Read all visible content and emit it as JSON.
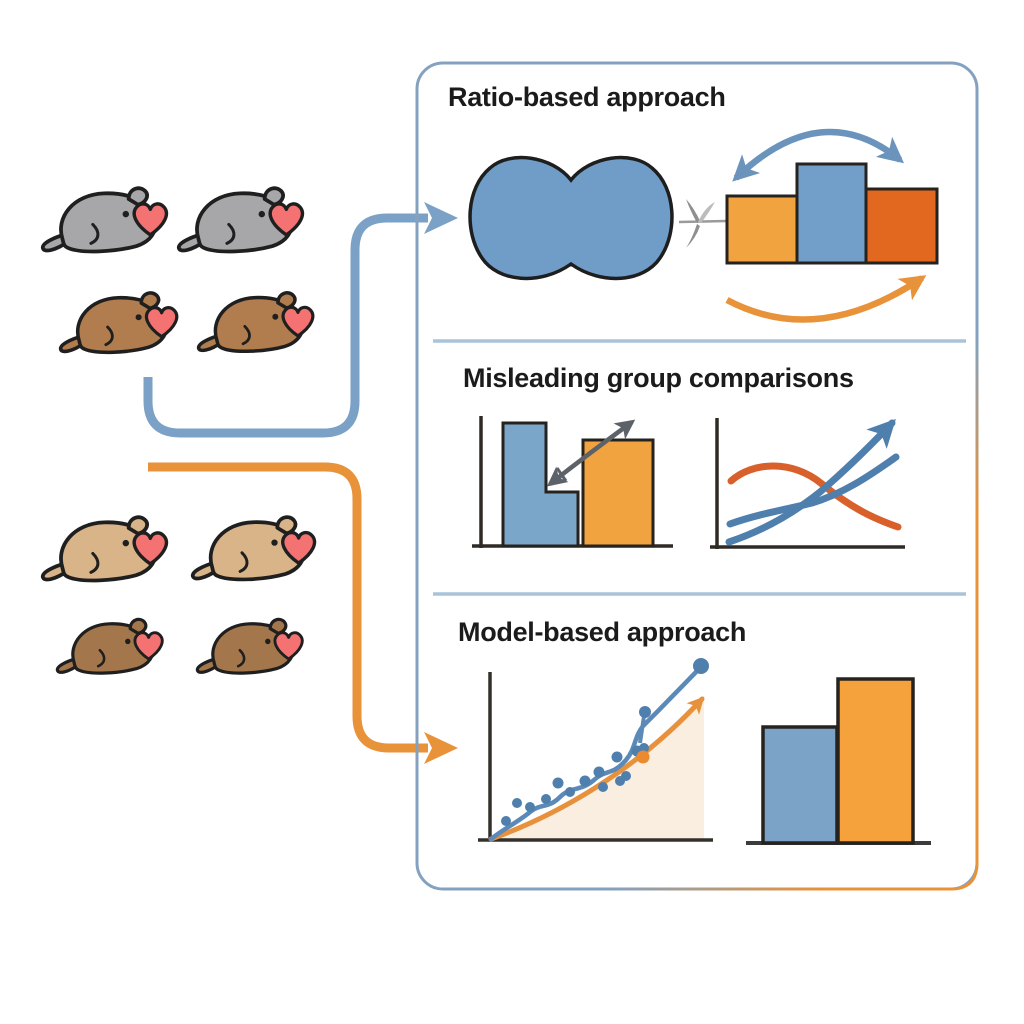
{
  "panel": {
    "sections": [
      {
        "id": "ratio-based",
        "title": "Ratio-based approach"
      },
      {
        "id": "misleading",
        "title": "Misleading group comparisons"
      },
      {
        "id": "model-based",
        "title": "Model-based approach"
      }
    ],
    "border_colors": {
      "top_left": "#84a2bf",
      "bottom_right": "#e8923a"
    },
    "separator_color": "#a9c4d8"
  },
  "mice": {
    "outline": "#1f1f1f",
    "heart_color": "#f47272",
    "groups": [
      {
        "name": "top-mouse-group",
        "rows": [
          {
            "color": "#a7a7aa",
            "count": 2
          },
          {
            "color": "#b17c4e",
            "count": 2
          }
        ],
        "connector_color": "#7ba1c7"
      },
      {
        "name": "bottom-mouse-group",
        "rows": [
          {
            "color": "#d9b489",
            "count": 2
          },
          {
            "color": "#a4764b",
            "count": 2
          }
        ],
        "connector_color": "#e8923a"
      }
    ]
  },
  "palette": {
    "bar_blue": "#729fca",
    "bar_orange": "#f1a33f",
    "bar_dark_orange": "#e2671f",
    "line_orange": "#d9602a",
    "line_blue": "#4f7fad",
    "arc_blue": "#6b94bd",
    "arc_orange": "#e8923a",
    "gray_arrow": "#5d6269",
    "shade_cream": "#faeee0",
    "blob_blue": "#6f9dc8"
  },
  "chart_data": [
    {
      "section": "Ratio-based approach",
      "type": "bar",
      "values_relative": [
        0.61,
        1.0,
        0.67
      ],
      "bar_colors": [
        "#f1a33f",
        "#729fca",
        "#e2671f"
      ],
      "annotations": [
        "blue double-headed arc above bars",
        "orange arc with arrowhead below bars",
        "blue merged two-lobe blob at left",
        "small gray propeller glyph between blob and bars"
      ]
    },
    {
      "section": "Misleading group comparisons",
      "type": "bar+line",
      "bar_chart": {
        "values_relative": [
          1.0,
          0.44,
          0.86
        ],
        "colors": [
          "#7aa6c9",
          "#7aa6c9",
          "#f1a33f"
        ],
        "annotation": "gray double-headed arrow rising across bars"
      },
      "line_chart": {
        "series": [
          {
            "color": "#d9602a",
            "shape": "rises then falls"
          },
          {
            "color": "#4f7fad",
            "shape": "rises steeply, ends in arrowhead"
          },
          {
            "color": "#4f7fad",
            "shape": "rises gently"
          }
        ]
      }
    },
    {
      "section": "Model-based approach",
      "type": "scatter+bar",
      "scatter": {
        "points_color": "#4f7fad",
        "fit_line_color": "#5b8ab8",
        "trend_color": "#e8913c",
        "shaded_area": "#faeee0"
      },
      "bar_chart": {
        "values_relative": [
          0.71,
          1.0
        ],
        "colors": [
          "#7aa3c7",
          "#f5a23c"
        ]
      }
    }
  ]
}
